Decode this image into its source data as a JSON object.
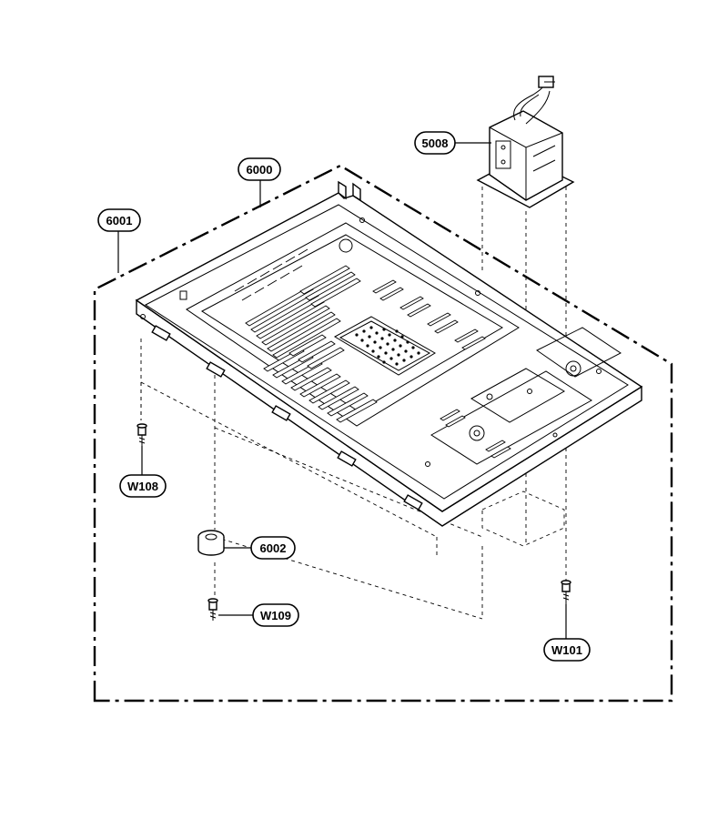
{
  "callouts": [
    {
      "id": "5008",
      "label": "5008"
    },
    {
      "id": "6000",
      "label": "6000"
    },
    {
      "id": "6001",
      "label": "6001"
    },
    {
      "id": "6002",
      "label": "6002"
    },
    {
      "id": "W108",
      "label": "W108"
    },
    {
      "id": "W109",
      "label": "W109"
    },
    {
      "id": "W101",
      "label": "W101"
    }
  ]
}
